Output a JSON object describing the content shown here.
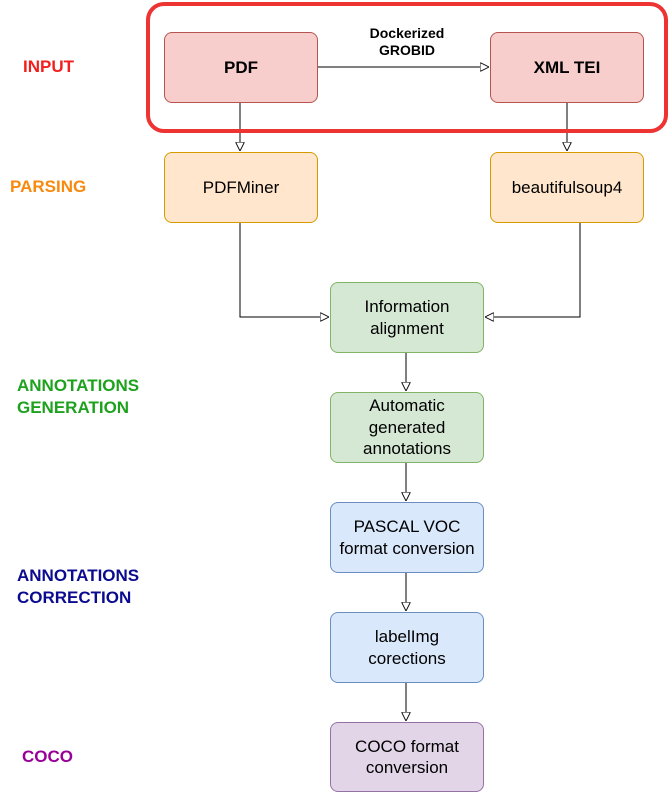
{
  "colors": {
    "input": "#f21f1f",
    "parsing": "#f78a0f",
    "annotations_generation": "#1ea21e",
    "annotations_correction": "#0b0b8f",
    "coco": "#990099",
    "input_node_fill": "#f8cecc",
    "input_node_stroke": "#b85450",
    "parsing_node_fill": "#ffe6cc",
    "parsing_node_stroke": "#d79b00",
    "generation_node_fill": "#d5e8d4",
    "generation_node_stroke": "#82b366",
    "correction_node_fill": "#dae8fc",
    "correction_node_stroke": "#6c8ebf",
    "coco_node_fill": "#e1d5e7",
    "coco_node_stroke": "#9673a6",
    "highlight": "#ee3333",
    "edge": "#000000"
  },
  "stages": {
    "input": {
      "lines": [
        "INPUT"
      ]
    },
    "parsing": {
      "lines": [
        "PARSING"
      ]
    },
    "annotations_generation": {
      "lines": [
        "ANNOTATIONS",
        "GENERATION"
      ]
    },
    "annotations_correction": {
      "lines": [
        "ANNOTATIONS",
        "CORRECTION"
      ]
    },
    "coco": {
      "lines": [
        "COCO"
      ]
    }
  },
  "nodes": {
    "pdf": {
      "lines": [
        "PDF"
      ]
    },
    "xml_tei": {
      "lines": [
        "XML TEI"
      ]
    },
    "pdfminer": {
      "lines": [
        "PDFMiner"
      ]
    },
    "beautifulsoup": {
      "lines": [
        "beautifulsoup4"
      ]
    },
    "information_alignment": {
      "lines": [
        "Information",
        "alignment"
      ]
    },
    "automatic_annotations": {
      "lines": [
        "Automatic",
        "generated",
        "annotations"
      ]
    },
    "pascal_voc": {
      "lines": [
        "PASCAL VOC",
        "format conversion"
      ]
    },
    "labelimg": {
      "lines": [
        "labelImg",
        "corections"
      ]
    },
    "coco_conversion": {
      "lines": [
        "COCO format",
        "conversion"
      ]
    }
  },
  "edges": {
    "grobid_label": {
      "lines": [
        "Dockerized",
        "GROBID"
      ]
    }
  }
}
